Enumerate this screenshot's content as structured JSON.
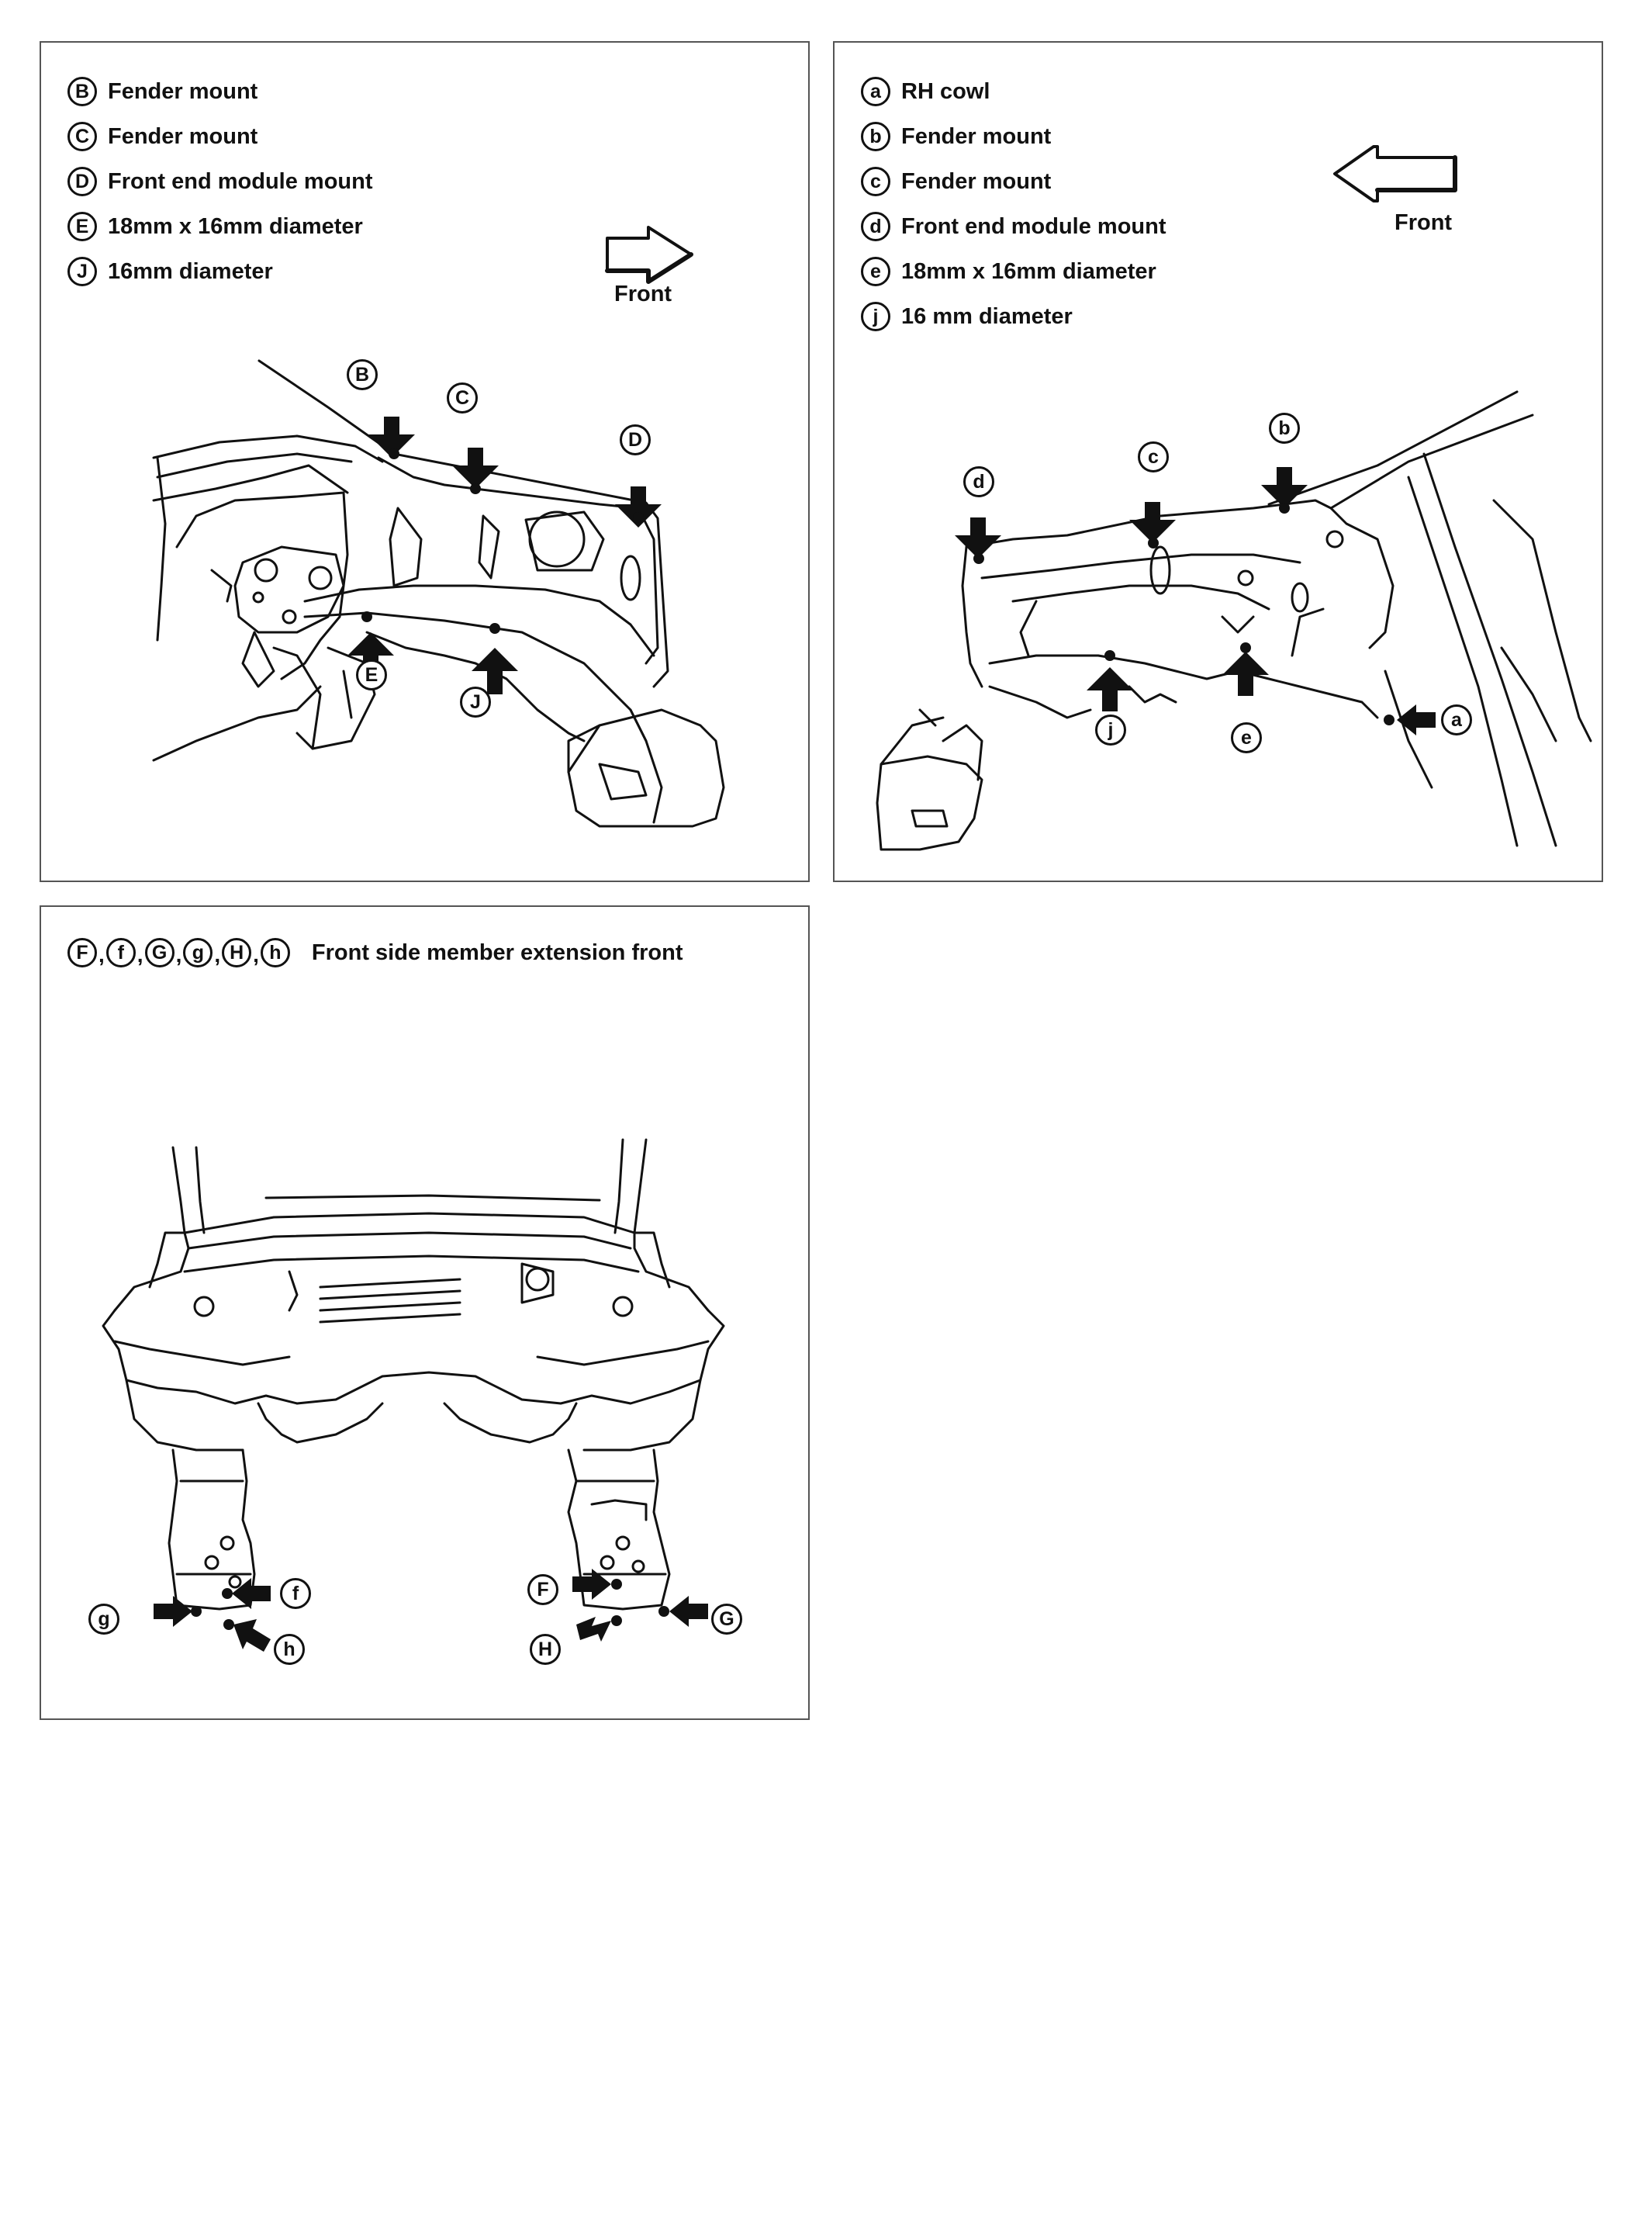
{
  "panel_left": {
    "legend": [
      {
        "letter": "B",
        "text": "Fender mount"
      },
      {
        "letter": "C",
        "text": "Fender mount"
      },
      {
        "letter": "D",
        "text": "Front end module mount"
      },
      {
        "letter": "E",
        "text": "18mm x 16mm diameter"
      },
      {
        "letter": "J",
        "text": "16mm diameter"
      }
    ],
    "front_label": "Front",
    "callouts": {
      "B": "B",
      "C": "C",
      "D": "D",
      "E": "E",
      "J": "J"
    }
  },
  "panel_right": {
    "legend": [
      {
        "letter": "a",
        "text": "RH cowl"
      },
      {
        "letter": "b",
        "text": "Fender mount"
      },
      {
        "letter": "c",
        "text": "Fender mount"
      },
      {
        "letter": "d",
        "text": "Front end module mount"
      },
      {
        "letter": "e",
        "text": "18mm x 16mm diameter"
      },
      {
        "letter": "j",
        "text": "16 mm diameter"
      }
    ],
    "front_label": "Front",
    "callouts": {
      "a": "a",
      "b": "b",
      "c": "c",
      "d": "d",
      "e": "e",
      "j": "j"
    }
  },
  "panel_bottom": {
    "header_letters": [
      "F",
      "f",
      "G",
      "g",
      "H",
      "h"
    ],
    "header_text": "Front side member extension front",
    "callouts": {
      "F": "F",
      "f": "f",
      "G": "G",
      "g": "g",
      "H": "H",
      "h": "h"
    }
  }
}
